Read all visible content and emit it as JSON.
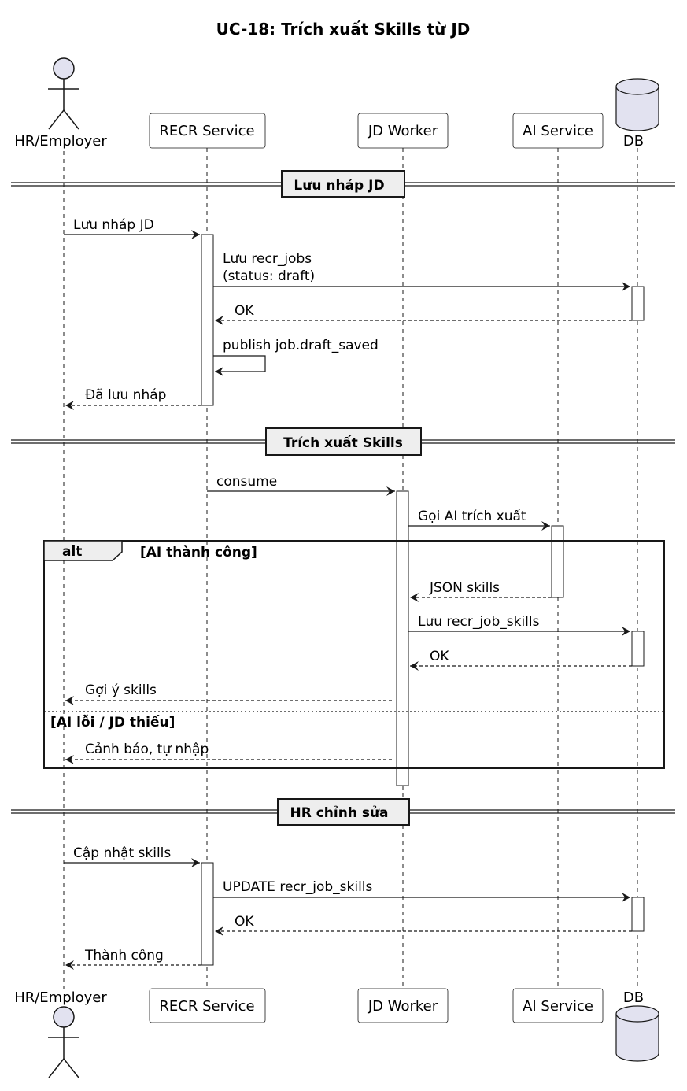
{
  "title": "UC-18: Trích xuất Skills từ JD",
  "participants": {
    "hr": "HR/Employer",
    "recr": "RECR Service",
    "worker": "JD Worker",
    "ai": "AI Service",
    "db": "DB"
  },
  "dividers": {
    "d1": "Lưu nháp JD",
    "d2": "Trích xuất Skills",
    "d3": "HR chỉnh sửa"
  },
  "messages": {
    "m1": "Lưu nháp JD",
    "m2a": "Lưu recr_jobs",
    "m2b": "(status: draft)",
    "m3": "OK",
    "m4": "publish job.draft_saved",
    "m5": "Đã lưu nháp",
    "m6": "consume",
    "m7": "Gọi AI trích xuất",
    "m8": "JSON skills",
    "m9": "Lưu recr_job_skills",
    "m10": "OK",
    "m11": "Gợi ý skills",
    "m12": "Cảnh báo, tự nhập",
    "m13": "Cập nhật skills",
    "m14": "UPDATE recr_job_skills",
    "m15": "OK",
    "m16": "Thành công"
  },
  "alt": {
    "keyword": "alt",
    "guard1": "[AI thành công]",
    "guard2": "[AI lỗi / JD thiếu]"
  }
}
